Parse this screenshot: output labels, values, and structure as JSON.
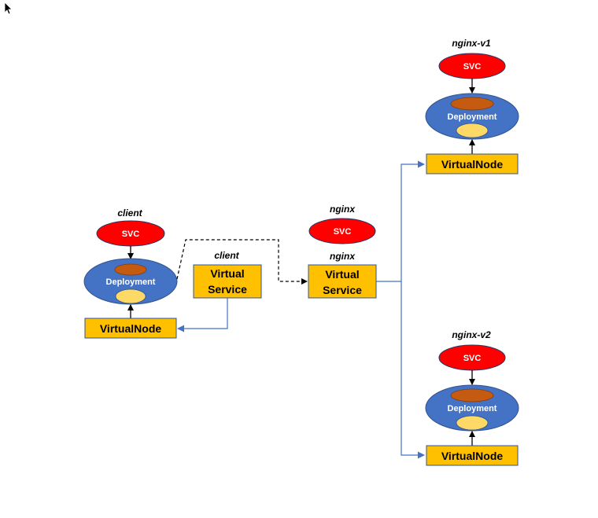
{
  "colors": {
    "svc_fill": "#ff0000",
    "svc_stroke": "#1f3864",
    "deployment_fill": "#4472c4",
    "deployment_stroke": "#2f528f",
    "pod_top_fill": "#c55a11",
    "pod_bottom_fill": "#ffd966",
    "box_fill": "#ffc000",
    "box_stroke": "#2f5597",
    "blue_link": "#4472c4",
    "black_link": "#000000"
  },
  "cursor": "arrow-cursor-icon",
  "client": {
    "title": "client",
    "svc_label": "SVC",
    "deployment_label": "Deployment",
    "virtualnode_label": "VirtualNode",
    "virtual_service_title": "client",
    "virtual_service_line1": "Virtual",
    "virtual_service_line2": "Service"
  },
  "nginx": {
    "title": "nginx",
    "svc_label": "SVC",
    "virtual_service_title": "nginx",
    "virtual_service_line1": "Virtual",
    "virtual_service_line2": "Service"
  },
  "nginx_v1": {
    "title": "nginx-v1",
    "svc_label": "SVC",
    "deployment_label": "Deployment",
    "virtualnode_label": "VirtualNode"
  },
  "nginx_v2": {
    "title": "nginx-v2",
    "svc_label": "SVC",
    "deployment_label": "Deployment",
    "virtualnode_label": "VirtualNode"
  }
}
